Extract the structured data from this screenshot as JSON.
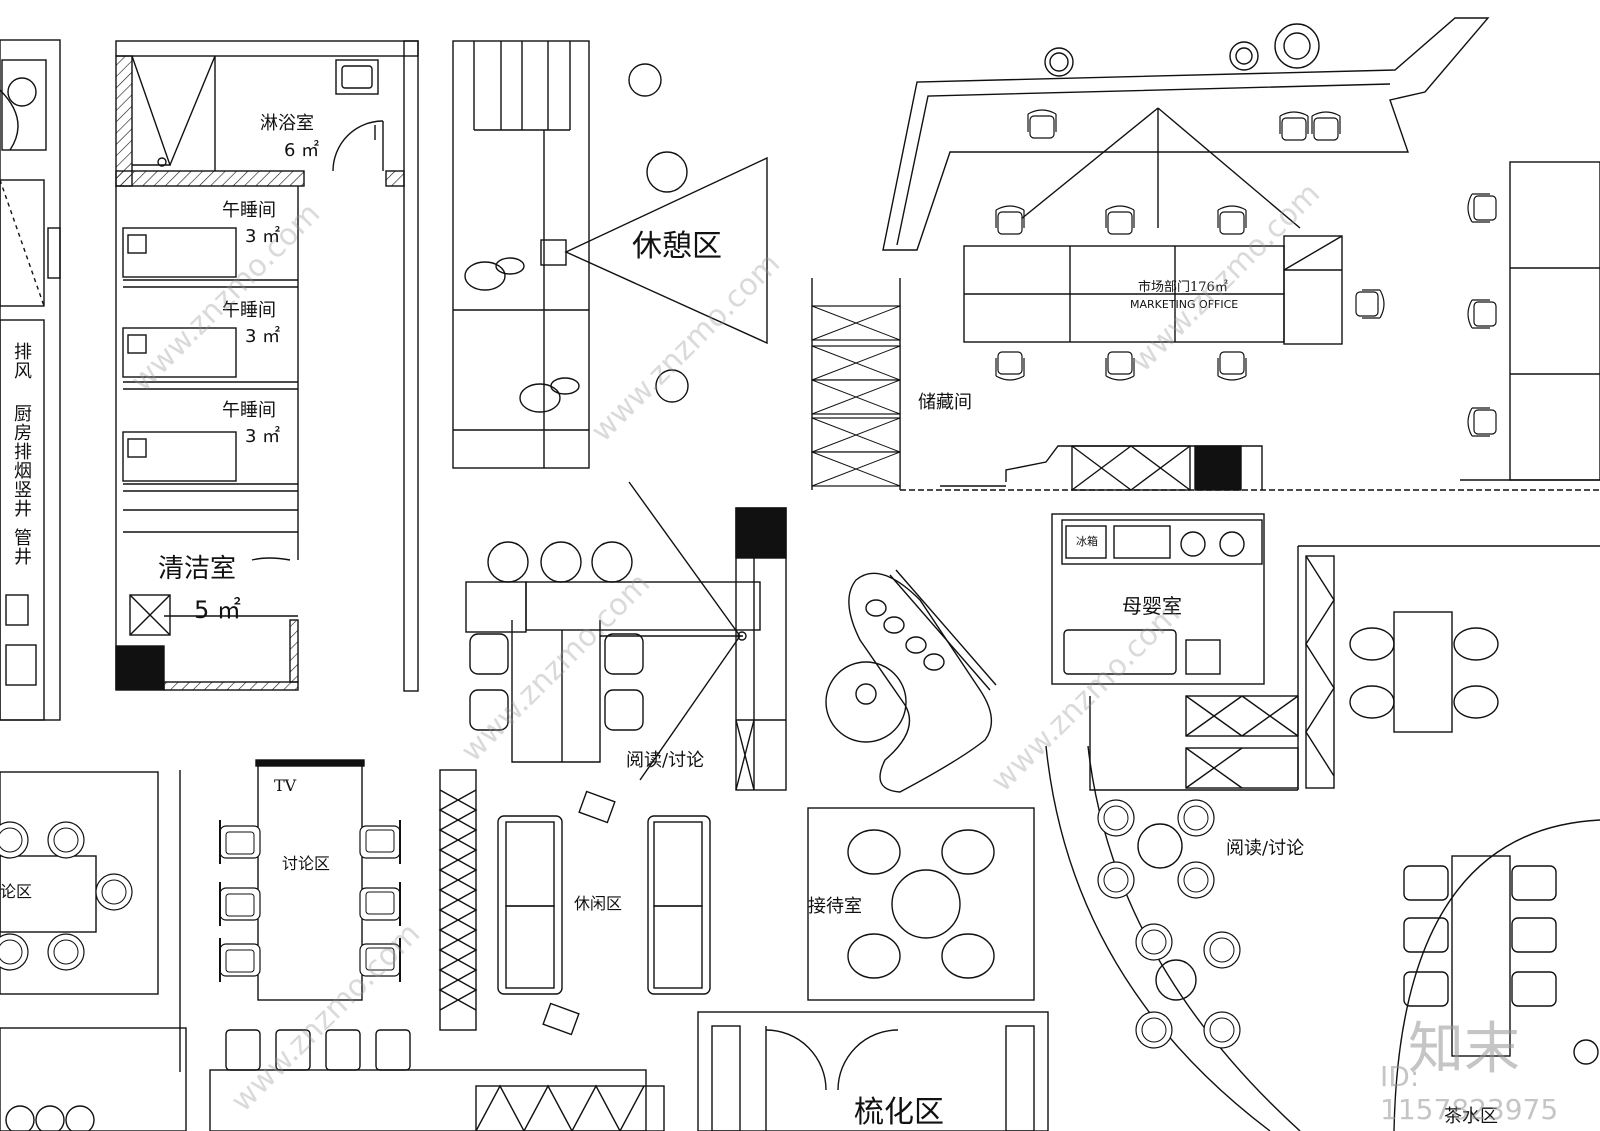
{
  "rooms": {
    "shower": "淋浴室",
    "shower_area": "6 ㎡",
    "nap1": "午睡间",
    "nap1_area": "3 ㎡",
    "nap2": "午睡间",
    "nap2_area": "3 ㎡",
    "nap3": "午睡间",
    "nap3_area": "3 ㎡",
    "cleaning": "清洁室",
    "cleaning_area": "5 ㎡",
    "lounge": "休憩区",
    "marketing_cn": "市场部门176㎡",
    "marketing_en": "MARKETING OFFICE",
    "storage": "储藏间",
    "fridge": "冰箱",
    "mother_baby": "母婴室",
    "reading1": "阅读/讨论",
    "reading2": "阅读/讨论",
    "tv": "TV",
    "discussion": "讨论区",
    "discussion_left": "论区",
    "leisure": "休闲区",
    "reception": "接待室",
    "bottom_area": "梳化区",
    "tea_area": "茶水区"
  },
  "side_labels": {
    "exhaust": "排风",
    "kitchen_flue": "厨房排烟竖井",
    "pipe_shaft": "管井"
  },
  "watermark": {
    "brand": "知末",
    "url": "www.znzmo.com",
    "id_text": "ID: 1157823975"
  },
  "colors": {
    "line": "#111111",
    "background": "#ffffff",
    "watermark": "#a0a0a0"
  }
}
